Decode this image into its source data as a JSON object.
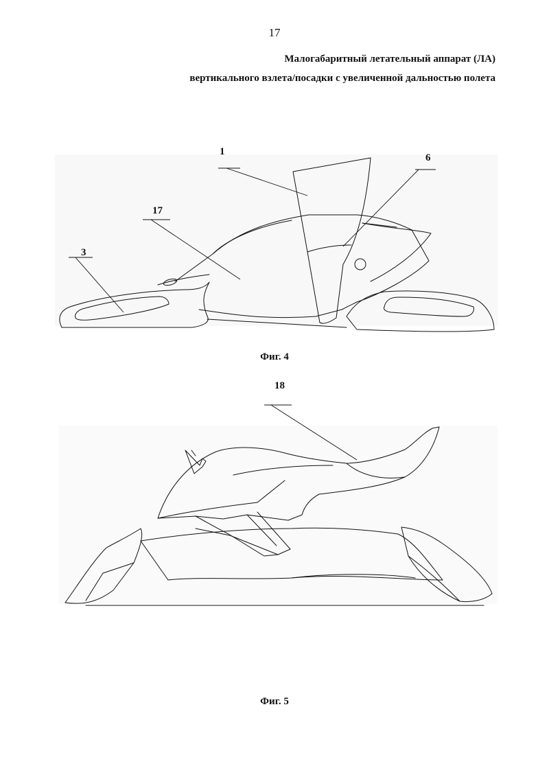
{
  "page_number": "17",
  "title": {
    "line1": "Малогабаритный летательный аппарат (ЛА)",
    "line2": "вертикального взлета/посадки с увеличенной дальностью полета"
  },
  "figure4": {
    "caption": "Фиг. 4",
    "refs": {
      "r1": "1",
      "r6": "6",
      "r17": "17",
      "r3": "3"
    }
  },
  "figure5": {
    "caption": "Фиг. 5",
    "refs": {
      "r18": "18"
    }
  }
}
